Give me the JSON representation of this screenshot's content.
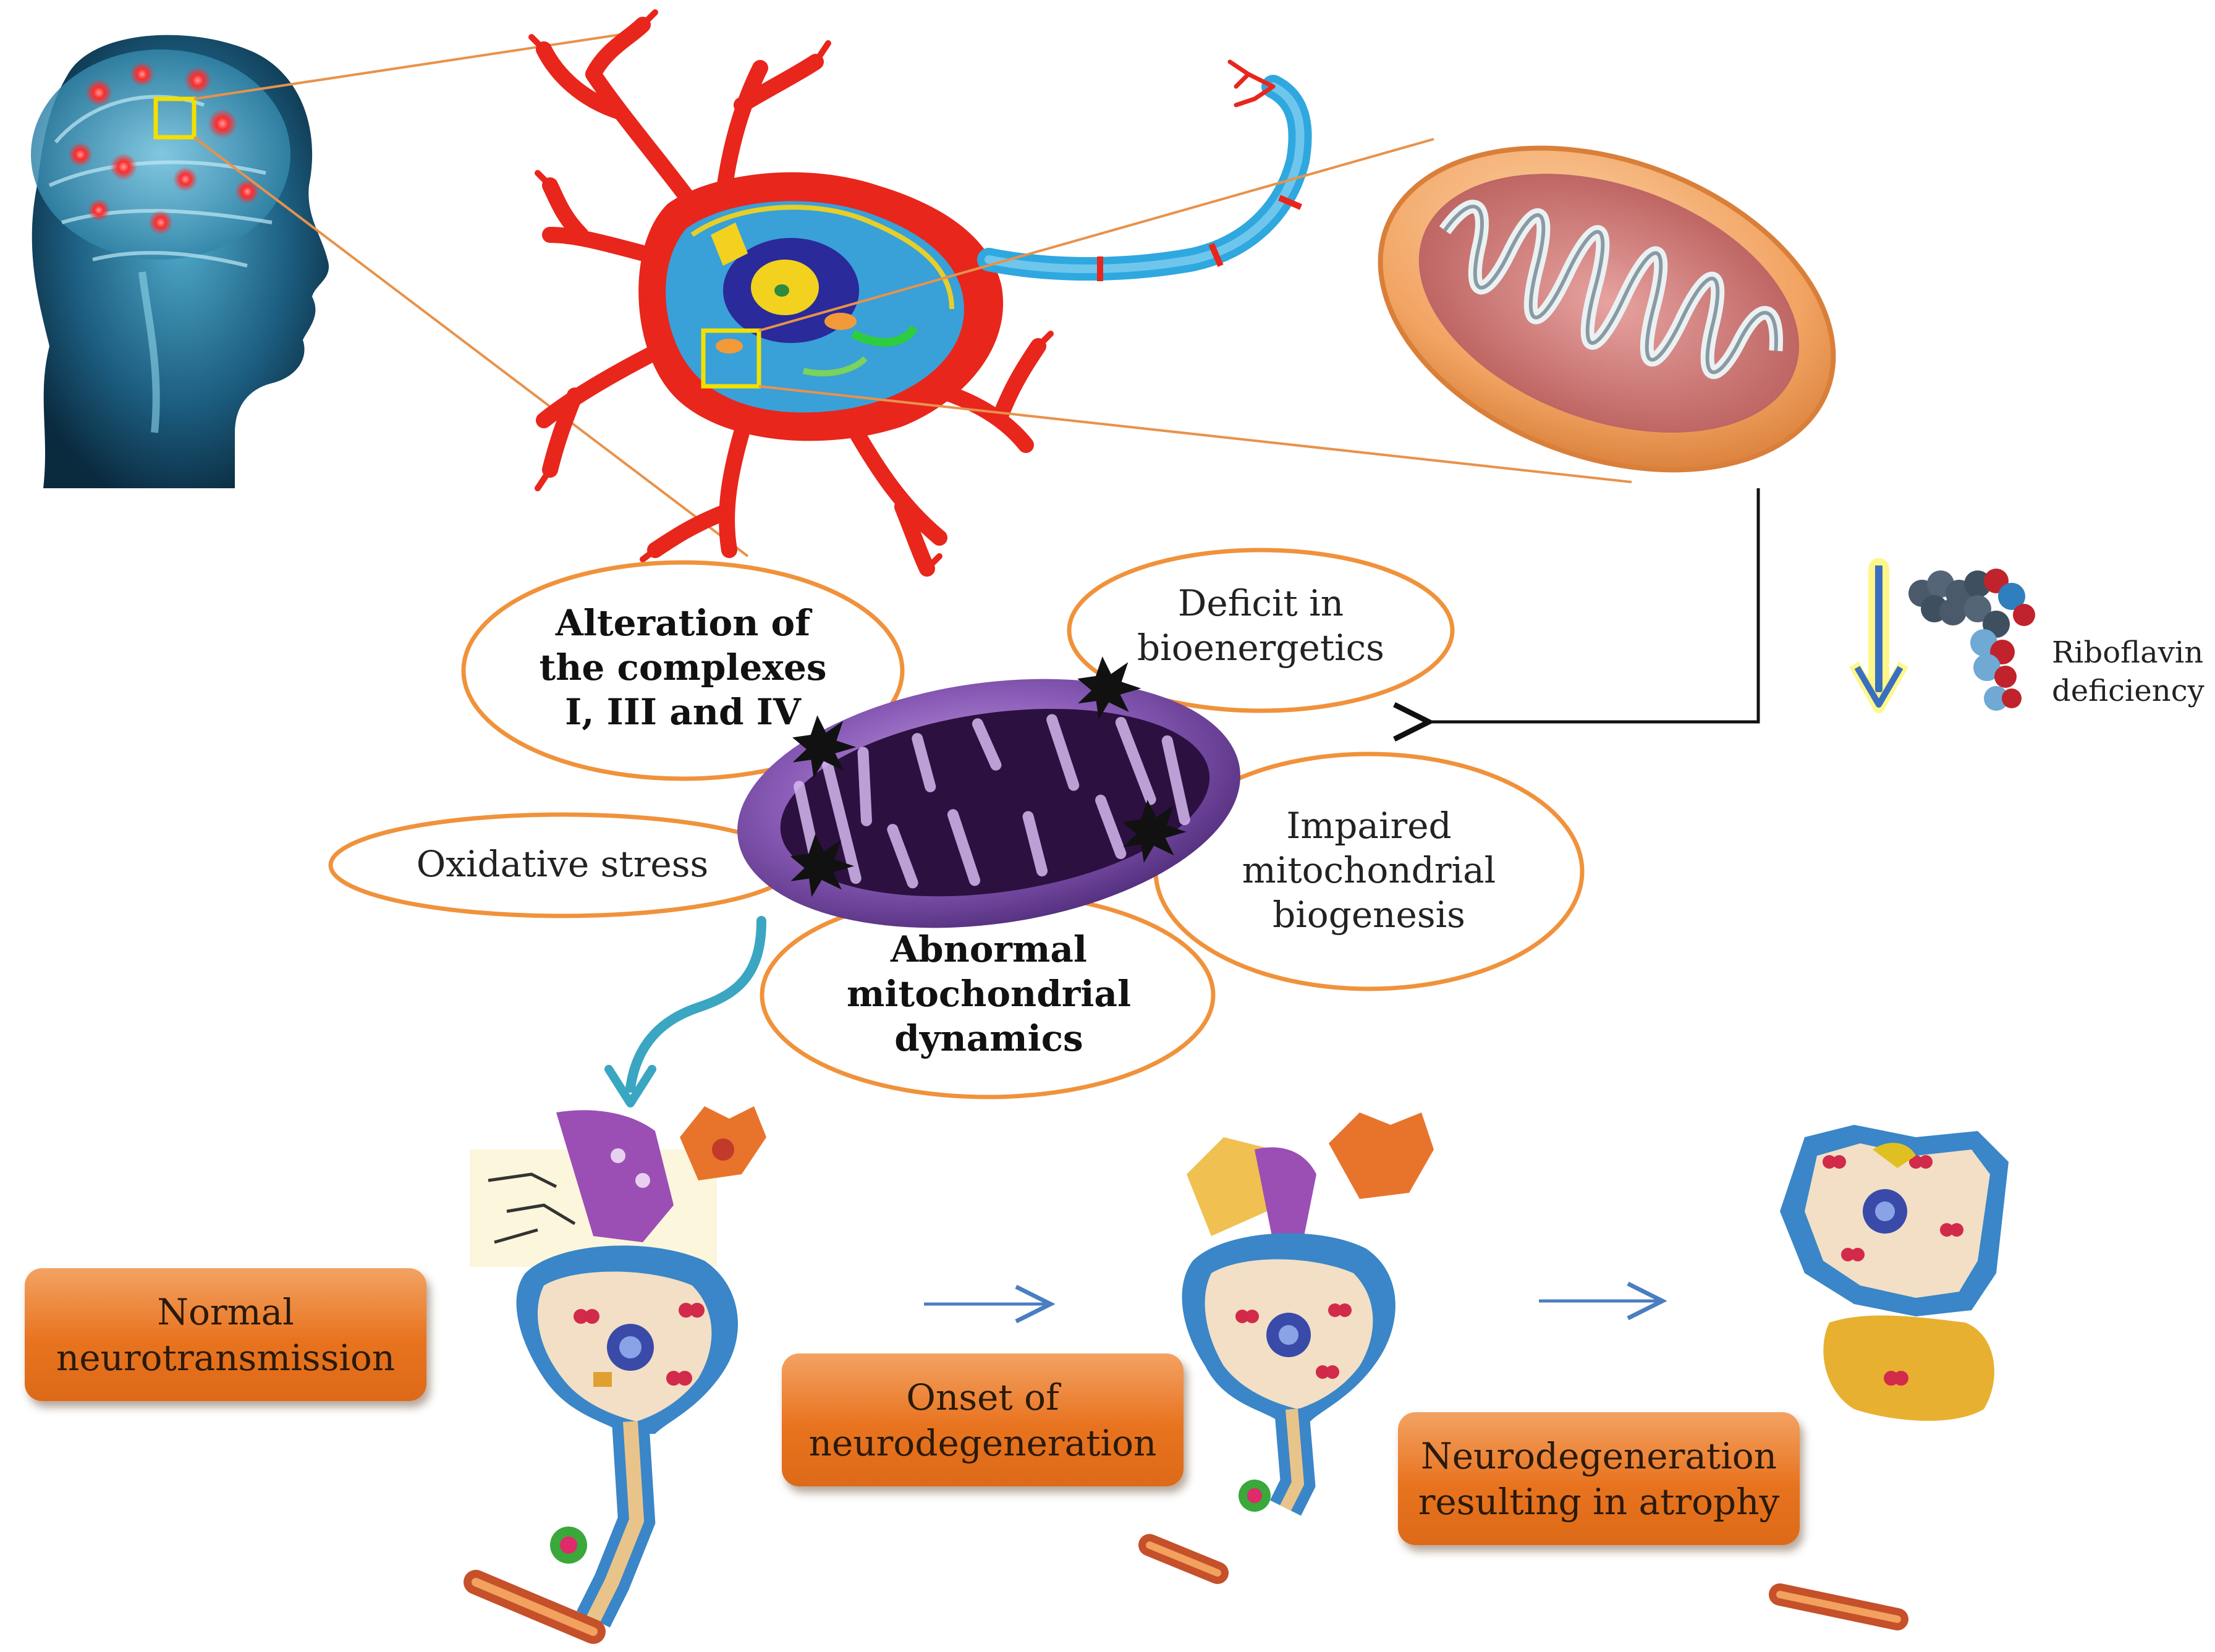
{
  "colors": {
    "neuron_red": "#e8261c",
    "nucleus_blue": "#1f8fd0",
    "axon_blue": "#2fa8df",
    "ellipse_outline": "#f0923b",
    "callout_line": "#e8924a",
    "highlight_square": "#f2e000",
    "mito_outer": "#f0a666",
    "mito_inner": "#c9625f",
    "damaged_mito": "#7b4aa8",
    "arrow_teal": "#3aa6c2",
    "arrow_blue": "#4a7ec0",
    "box_orange": "#e8731f"
  },
  "icons": [
    "human-head-brain-icon",
    "neuron-icon",
    "mitochondrion-icon",
    "damaged-mitochondrion-icon",
    "riboflavin-molecule-icon",
    "down-arrow-icon",
    "healthy-neuron-icon",
    "degenerating-neuron-icon",
    "atrophied-neuron-icon"
  ],
  "effects": {
    "complexes": [
      "Alteration of",
      "the complexes",
      "I, III and IV"
    ],
    "bioenergetics": [
      "Deficit in",
      "bioenergetics"
    ],
    "oxidative": [
      "Oxidative stress"
    ],
    "biogenesis": [
      "Impaired",
      "mitochondrial",
      "biogenesis"
    ],
    "dynamics": [
      "Abnormal",
      "mitochondrial",
      "dynamics"
    ]
  },
  "riboflavin": [
    "Riboflavin",
    "deficiency"
  ],
  "stages": {
    "normal": [
      "Normal",
      "neurotransmission"
    ],
    "onset": [
      "Onset of",
      "neurodegeneration"
    ],
    "atrophy": [
      "Neurodegeneration",
      "resulting in atrophy"
    ]
  }
}
